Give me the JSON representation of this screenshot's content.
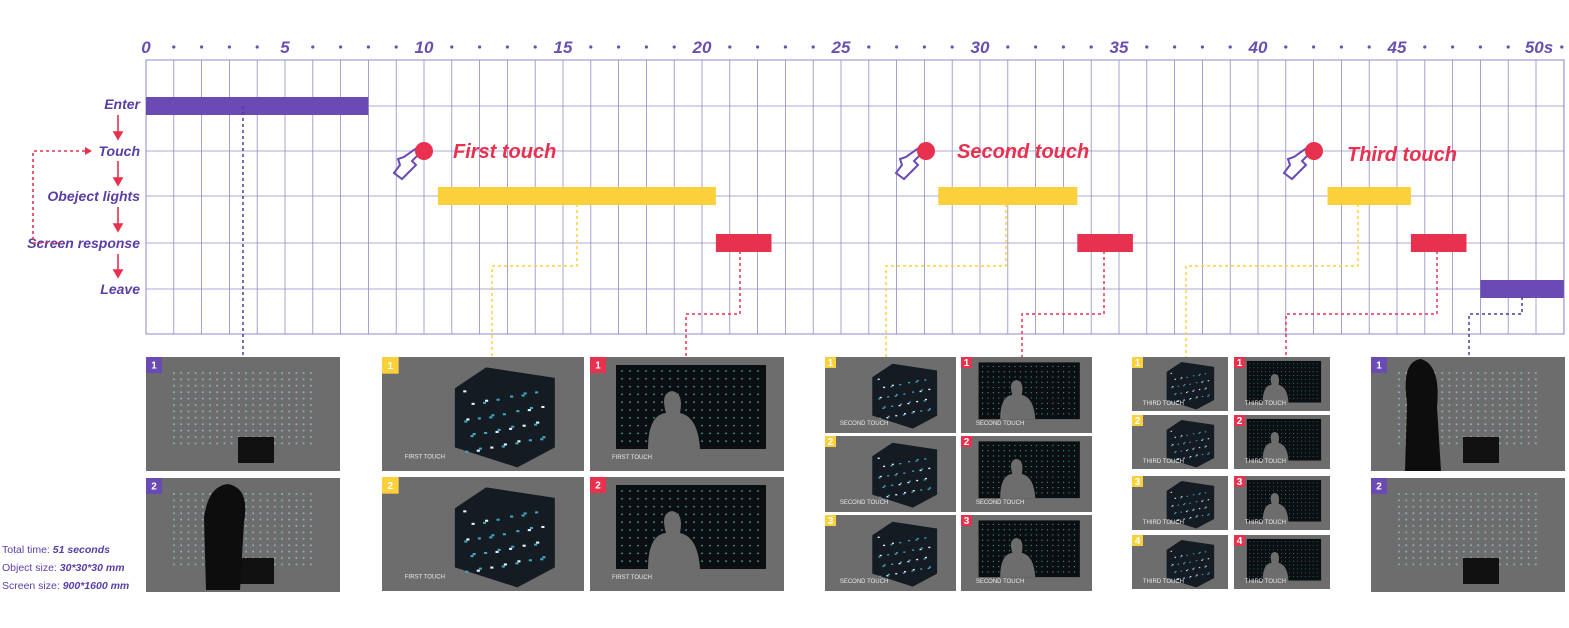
{
  "axis": {
    "ticks": [
      "0",
      "5",
      "10",
      "15",
      "20",
      "25",
      "30",
      "35",
      "40",
      "45",
      "50s"
    ]
  },
  "rows": {
    "enter": "Enter",
    "touch": "Touch",
    "object_lights": "Obeject lights",
    "screen_response": "Screen response",
    "leave": "Leave"
  },
  "events": {
    "first": "First touch",
    "second": "Second touch",
    "third": "Third touch"
  },
  "stats": {
    "total_time_label": "Total time:",
    "total_time_value": "51 seconds",
    "object_size_label": "Object size:",
    "object_size_value": "30*30*30 mm",
    "screen_size_label": "Screen size:",
    "screen_size_value": "900*1600 mm"
  },
  "thumb_captions": {
    "first": "FIRST TOUCH",
    "second": "SECOND TOUCH",
    "third": "THIRD TOUCH"
  },
  "timeline_bars": [
    {
      "row": "enter",
      "start": 0,
      "end": 8
    },
    {
      "row": "object_lights",
      "start": 10.5,
      "end": 20.5
    },
    {
      "row": "screen_response",
      "start": 20.5,
      "end": 22.5
    },
    {
      "row": "object_lights",
      "start": 28.5,
      "end": 33.5
    },
    {
      "row": "screen_response",
      "start": 33.5,
      "end": 35.5
    },
    {
      "row": "object_lights",
      "start": 42.5,
      "end": 45.5
    },
    {
      "row": "screen_response",
      "start": 45.5,
      "end": 47.5
    },
    {
      "row": "leave",
      "start": 48,
      "end": 51
    }
  ],
  "colors": {
    "purple": "#6a4bb4",
    "yellow": "#fcd03a",
    "red": "#e8304f",
    "grid": "#8c8cc8",
    "thumb_bg": "#6d6d6d"
  }
}
